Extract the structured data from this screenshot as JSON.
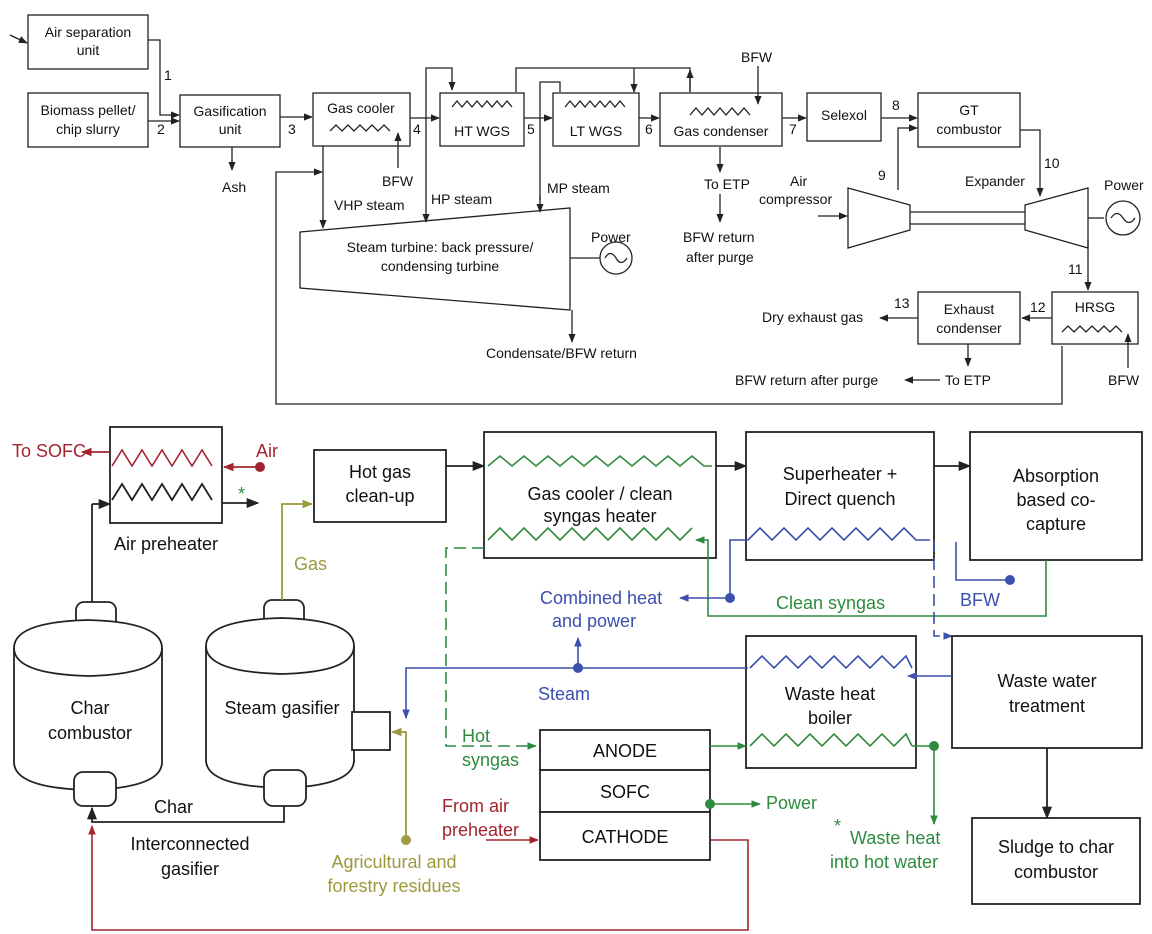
{
  "colors": {
    "black": "#222222",
    "red": "#a3242f",
    "green": "#2e8b3e",
    "blue": "#3b4fae",
    "olive": "#9c9a3c"
  },
  "top": {
    "air_separation": [
      "Air separation",
      "unit"
    ],
    "biomass": [
      "Biomass pellet/",
      "chip slurry"
    ],
    "gasification": [
      "Gasification",
      "unit"
    ],
    "ash": "Ash",
    "gas_cooler": "Gas cooler",
    "ht_wgs": "HT WGS",
    "lt_wgs": "LT WGS",
    "gas_condenser": "Gas condenser",
    "selexol": "Selexol",
    "gt_combustor": [
      "GT",
      "combustor"
    ],
    "bfw": "BFW",
    "vhp_steam": "VHP steam",
    "hp_steam": "HP steam",
    "mp_steam": "MP steam",
    "to_etp": "To ETP",
    "bfw_return_purge": [
      "BFW return",
      "after purge"
    ],
    "air_compressor": [
      "Air",
      "compressor"
    ],
    "expander": "Expander",
    "power": "Power",
    "steam_turbine": [
      "Steam turbine: back pressure/",
      "condensing turbine"
    ],
    "condensate": "Condensate/BFW return",
    "hrsg": "HRSG",
    "exhaust_condenser": [
      "Exhaust",
      "condenser"
    ],
    "dry_exhaust": "Dry exhaust gas",
    "bfw_return_after_purge": "BFW return after purge",
    "streams": [
      "1",
      "2",
      "3",
      "4",
      "5",
      "6",
      "7",
      "8",
      "9",
      "10",
      "11",
      "12",
      "13"
    ]
  },
  "bottom": {
    "to_sofc": "To SOFC",
    "air": "Air",
    "star": "*",
    "air_preheater": "Air preheater",
    "hot_gas": [
      "Hot gas",
      "clean-up"
    ],
    "gas_cooler": [
      "Gas cooler / clean",
      "syngas heater"
    ],
    "superheater": [
      "Superheater +",
      "Direct quench"
    ],
    "absorption": [
      "Absorption",
      "based co-",
      "capture"
    ],
    "gas": "Gas",
    "chp": [
      "Combined heat",
      "and power"
    ],
    "clean_syngas": "Clean syngas",
    "bfw": "BFW",
    "char_combustor": [
      "Char",
      "combustor"
    ],
    "steam_gasifier": "Steam gasifier",
    "steam": "Steam",
    "waste_heat_boiler": [
      "Waste heat",
      "boiler"
    ],
    "waste_water": [
      "Waste water",
      "treatment"
    ],
    "hot_syngas": [
      "Hot",
      "syngas"
    ],
    "anode": "ANODE",
    "sofc": "SOFC",
    "cathode": "CATHODE",
    "power": "Power",
    "from_air": [
      "From air",
      "preheater"
    ],
    "char": "Char",
    "interconnected": [
      "Interconnected",
      "gasifier"
    ],
    "residues": [
      "Agricultural and",
      "forestry residues"
    ],
    "waste_heat_water": [
      "Waste heat",
      "into hot water"
    ],
    "sludge": [
      "Sludge to char",
      "combustor"
    ]
  }
}
